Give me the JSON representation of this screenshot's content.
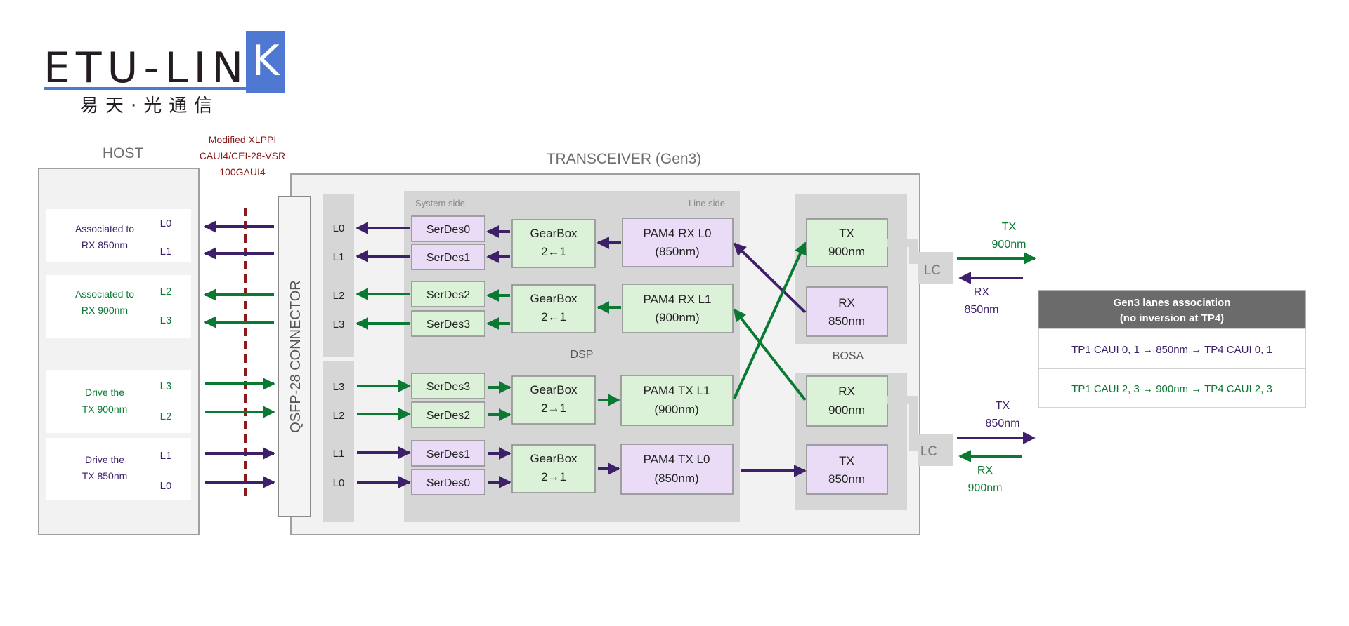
{
  "logo": {
    "brand": "ETU-LIN",
    "brand_k": "K",
    "subtitle": "易天·光通信"
  },
  "host": {
    "title": "HOST",
    "groups": [
      {
        "label1": "Associated to",
        "label2": "RX 850nm"
      },
      {
        "label1": "Associated to",
        "label2": "RX 900nm"
      },
      {
        "label1": "Drive the",
        "label2": "TX 900nm"
      },
      {
        "label1": "Drive the",
        "label2": "TX 850nm"
      }
    ],
    "lanes": [
      "L0",
      "L1",
      "L2",
      "L3",
      "L3",
      "L2",
      "L1",
      "L0"
    ]
  },
  "interface_note": {
    "line1": "Modified XLPPI",
    "line2": "CAUI4/CEI-28-VSR",
    "line3": "100GAUI4"
  },
  "transceiver": {
    "title": "TRANSCEIVER (Gen3)",
    "connector": "QSFP-28 CONNECTOR"
  },
  "module_lanes": [
    "L0",
    "L1",
    "L2",
    "L3",
    "L3",
    "L2",
    "L1",
    "L0"
  ],
  "dsp": {
    "label": "DSP",
    "system_side": "System side",
    "line_side": "Line side",
    "serdes": [
      "SerDes0",
      "SerDes1",
      "SerDes2",
      "SerDes3",
      "SerDes3",
      "SerDes2",
      "SerDes1",
      "SerDes0"
    ],
    "gearbox_title": "GearBox",
    "gearbox_ratios": [
      "2←1",
      "2←1",
      "2→1",
      "2→1"
    ],
    "pam4": [
      {
        "line1": "PAM4 RX L0",
        "line2": "(850nm)"
      },
      {
        "line1": "PAM4 RX L1",
        "line2": "(900nm)"
      },
      {
        "line1": "PAM4 TX L1",
        "line2": "(900nm)"
      },
      {
        "line1": "PAM4 TX L0",
        "line2": "(850nm)"
      }
    ]
  },
  "bosa": {
    "label": "BOSA",
    "boxes": [
      {
        "line1": "TX",
        "line2": "900nm"
      },
      {
        "line1": "RX",
        "line2": "850nm"
      },
      {
        "line1": "RX",
        "line2": "900nm"
      },
      {
        "line1": "TX",
        "line2": "850nm"
      }
    ],
    "lc": [
      "LC",
      "LC"
    ]
  },
  "fiber_labels": [
    {
      "line1": "TX",
      "line2": "900nm"
    },
    {
      "line1": "RX",
      "line2": "850nm"
    },
    {
      "line1": "TX",
      "line2": "850nm"
    },
    {
      "line1": "RX",
      "line2": "900nm"
    }
  ],
  "lanes_table": {
    "title1": "Gen3 lanes association",
    "title2": "(no inversion at TP4)",
    "row1": "TP1 CAUI 0, 1 → 850nm → TP4 CAUI 0, 1",
    "row2": "TP1 CAUI 2, 3 → 900nm → TP4 CAUI 2, 3"
  },
  "colors": {
    "purple": "#3d1f6a",
    "green": "#0a7a32",
    "purple_fill": "#eadcf6",
    "green_fill": "#dcf2d8",
    "panel_gray": "#d6d6d6",
    "header_gray": "#6b6b6b",
    "dashed_red": "#8b1a1a"
  }
}
